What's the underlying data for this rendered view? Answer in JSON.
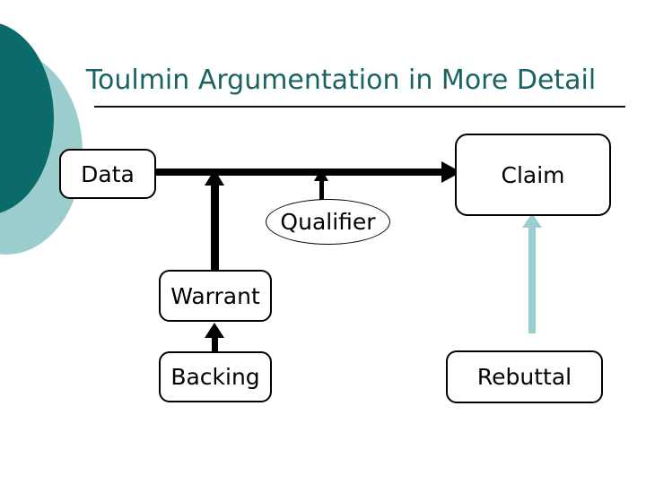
{
  "slide": {
    "title": "Toulmin Argumentation in More Detail",
    "background_color": "#ffffff",
    "title_color": "#1a6363"
  },
  "decor": {
    "circle_dark_color": "#0b6b6b",
    "circle_light_color": "#9ccdcd"
  },
  "diagram": {
    "nodes": [
      {
        "id": "data",
        "label": "Data",
        "shape": "rounded-rect"
      },
      {
        "id": "claim",
        "label": "Claim",
        "shape": "rounded-rect"
      },
      {
        "id": "qualifier",
        "label": "Qualifier",
        "shape": "ellipse"
      },
      {
        "id": "warrant",
        "label": "Warrant",
        "shape": "rounded-rect"
      },
      {
        "id": "backing",
        "label": "Backing",
        "shape": "rounded-rect"
      },
      {
        "id": "rebuttal",
        "label": "Rebuttal",
        "shape": "rounded-rect"
      }
    ],
    "connectors": [
      {
        "from": "data",
        "to": "claim",
        "style": "thick-black",
        "color": "#000000",
        "direction": "right"
      },
      {
        "from": "warrant",
        "to": "claim",
        "style": "thick-black",
        "color": "#000000",
        "direction": "up"
      },
      {
        "from": "qualifier",
        "to": "claim",
        "style": "thin-black",
        "color": "#000000",
        "direction": "up"
      },
      {
        "from": "backing",
        "to": "warrant",
        "style": "thick-black",
        "color": "#000000",
        "direction": "up"
      },
      {
        "from": "rebuttal",
        "to": "claim",
        "style": "thick-teal",
        "color": "#9ccdd0",
        "direction": "up"
      }
    ]
  }
}
